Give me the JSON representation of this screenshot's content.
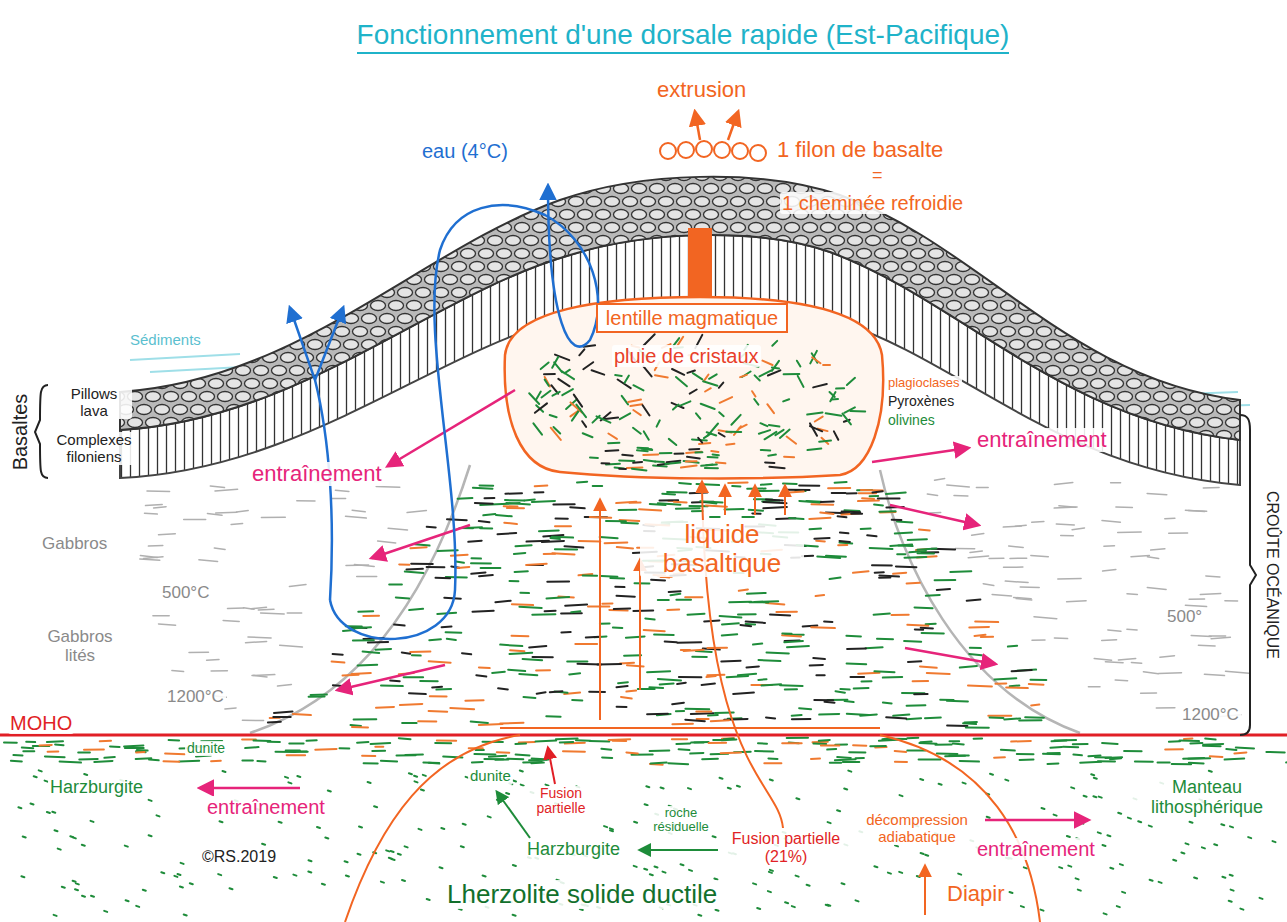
{
  "diagram": {
    "title": "Fonctionnement d'une dorsale rapide (Est-Pacifique)",
    "nodes": [
      {
        "text": [
          "lentille magmatique"
        ]
      }
    ],
    "labels": [
      "extrusion",
      "1 filon de basalte",
      "=",
      "1 cheminée refroidie",
      "eau (4°C)",
      "Sédiments",
      "Basaltes",
      "Pillows lava",
      "Complexes filoniens",
      "pluie de cristaux",
      "plagioclases",
      "Pyroxènes",
      "olivines",
      "entraînement",
      "entraînement",
      "CROÛTE OCÉANIQUE",
      "Gabbros",
      "500°C",
      "liquide basaltique",
      "500°",
      "Gabbros lités",
      "1200°C",
      "1200°C",
      "MOHO",
      "dunite",
      "dunite",
      "Harzburgite",
      "entraînement",
      "Fusion partielle",
      "Harzburgite",
      "roche résiduelle",
      "Fusion partielle (21%)",
      "décompression adiabatique",
      "entraînement",
      "Manteau lithosphérique",
      "©RS.2019",
      "Lherzolite solide ductile",
      "Diapir"
    ]
  }
}
